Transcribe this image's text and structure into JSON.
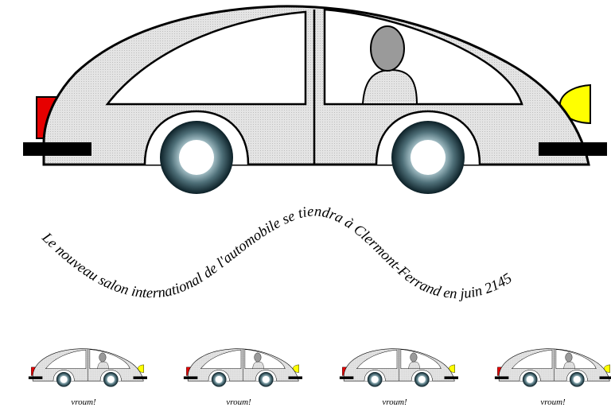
{
  "banner": {
    "text": "Le nouveau salon international de l'automobile se tiendra à Clermont-Ferrand en juin 2145"
  },
  "cars": [
    {
      "caption": "vroum!"
    },
    {
      "caption": "vroum!"
    },
    {
      "caption": "vroum!"
    },
    {
      "caption": "vroum!"
    }
  ],
  "colors": {
    "body": "#dcdcdc",
    "outline": "#000000",
    "tail_light": "#e60000",
    "head_light": "#ffff00",
    "bumper": "#000000",
    "driver": "#9a9a9a",
    "tire_outer": "#0d2a33",
    "tire_mid": "#6a8d96",
    "hubcap": "#ffffff"
  }
}
